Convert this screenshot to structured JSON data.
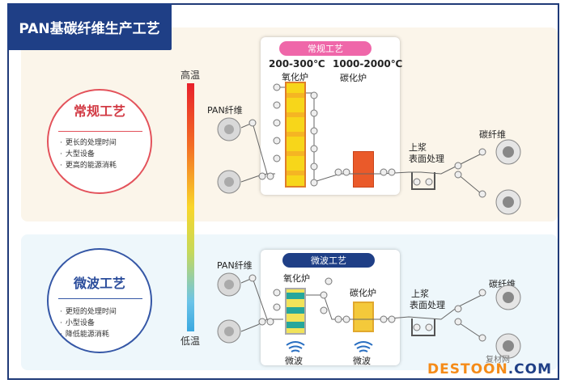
{
  "title": "PAN基碳纤维生产工艺",
  "conventional": {
    "label": "常规工艺",
    "bullets": [
      "更长的处理时间",
      "大型设备",
      "更高的能源消耗"
    ],
    "box_label": "常规工艺",
    "oxidation_temp": "200-300℃",
    "oxidation_furnace": "氧化炉",
    "carbonization_temp": "1000-2000℃",
    "carbonization_furnace": "碳化炉",
    "pan_fiber": "PAN纤维",
    "sizing_1": "上浆",
    "sizing_2": "表面处理",
    "carbon_fiber": "碳纤维"
  },
  "microwave": {
    "label": "微波工艺",
    "bullets": [
      "更短的处理时间",
      "小型设备",
      "降低能源消耗"
    ],
    "box_label": "微波工艺",
    "oxidation_furnace": "氧化炉",
    "carbonization_furnace": "碳化炉",
    "microwave_1": "微波",
    "microwave_2": "微波",
    "pan_fiber": "PAN纤维",
    "sizing_1": "上浆",
    "sizing_2": "表面处理",
    "carbon_fiber": "碳纤维"
  },
  "temperature": {
    "high": "高温",
    "low": "低温"
  },
  "watermark": {
    "main": "DESTOON",
    "suffix": ".COM",
    "small": "复材网"
  },
  "colors": {
    "title_bg": "#1f3f86",
    "conventional_accent": "#d23a44",
    "microwave_accent": "#2a4c9b",
    "pill_pink": "#ef67a9",
    "watermark_orange": "#f58b18"
  }
}
